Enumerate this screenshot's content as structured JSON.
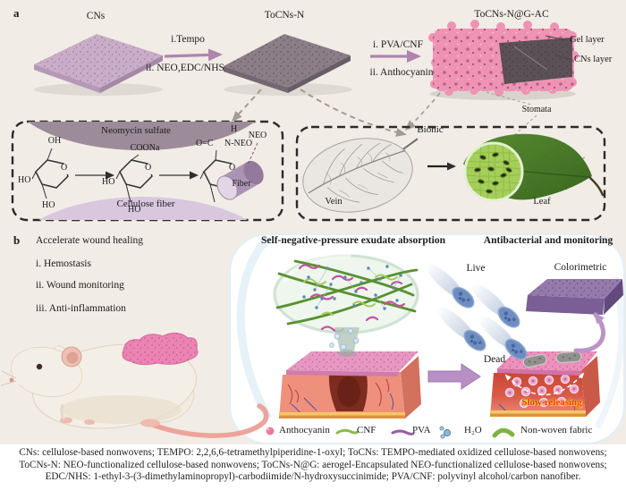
{
  "panel_a": {
    "tag": "a",
    "cns": "CNs",
    "step1_i": "i.Tempo",
    "step1_ii": "ii. NEO,EDC/NHS",
    "tocns": "ToCNs-N",
    "step2_i": "i. PVA/CNF",
    "step2_ii": "ii. Anthocyanin",
    "tocnsg": "ToCNs-N@G-AC",
    "gel_layer": "Gel layer",
    "cns_layer": "CNs layer",
    "stomata": "Stomata",
    "chem": {
      "neomycin_sulfate": "Neomycin sulfate",
      "cellulose_fiber": "Cellulose fiber",
      "oh": "OH",
      "ho": "HO",
      "coona": "COONa",
      "o": "O",
      "oc": "O=C",
      "h": "H",
      "n_neo": "N-NEO",
      "neo": "NEO",
      "fiber": "Fiber"
    },
    "bionic": {
      "title": "Bionic",
      "vein": "Vein",
      "leaf": "Leaf"
    }
  },
  "panel_b": {
    "tag": "b",
    "bullets": [
      "Accelerate wound healing",
      "i. Hemostasis",
      "ii. Wound monitoring",
      "iii. Anti-inflammation"
    ],
    "absorption_title": "Self-negative-pressure exudate absorption",
    "antibacterial_title": "Antibacterial and monitoring",
    "live": "Live",
    "colorimetric": "Colorimetric",
    "dead": "Dead",
    "slow_releasing": "Slow releasing",
    "legend": {
      "anthocyanin": "Anthocyanin",
      "cnf": "CNF",
      "pva": "PVA",
      "h2o": "H₂O",
      "nonwoven": "Non-woven fabric"
    }
  },
  "caption": "CNs: cellulose-based nonwovens; TEMPO: 2,2,6,6-tetramethylpiperidine-1-oxyl; ToCNs: TEMPO-mediated oxidized cellulose-based nonwovens; ToCNs-N: NEO-functionalized cellulose-based nonwovens; ToCNs-N@G: aerogel-Encapsulated NEO-functionalized cellulose-based nonwovens; EDC/NHS: 1-ethyl-3-(3-dimethylaminopropyl)-carbodiimide/N-hydroxysuccinimide; PVA/CNF: polyvinyl alcohol/carbon nanofiber.",
  "colors": {
    "background": "#f1ece5",
    "aerogel_pink": "#ef93b4",
    "nonwoven_grey": "#8b7e86",
    "cns_lavender": "#c9adc9",
    "accent_purple": "#b28ab5",
    "leaf_green": "#4a7a2c",
    "legend_anthocyanin": "#ee7b9d",
    "legend_cnf": "#8cba4e",
    "legend_pva": "#9a5d9e",
    "legend_h2o": "#7fa8c8",
    "legend_nonwoven": "#7cb342",
    "slow_release_red": "#e8392f"
  }
}
